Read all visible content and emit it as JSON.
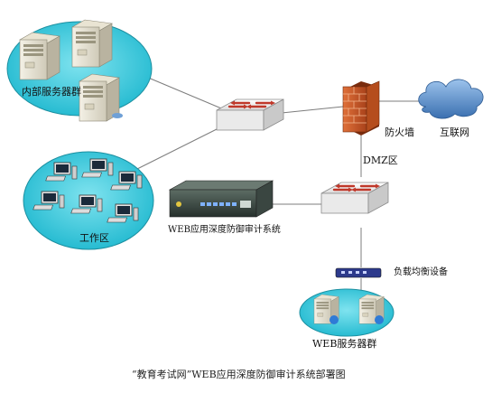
{
  "labels": {
    "internal_servers": "内部服务器群",
    "work_area": "工作区",
    "firewall": "防火墙",
    "internet": "互联网",
    "dmz": "DMZ区",
    "audit_system": "WEB应用深度防御审计系统",
    "load_balancer": "负载均衡设备",
    "web_servers": "WEB服务器群"
  },
  "caption": "“教育考试网”WEB应用深度防御审计系统部署图",
  "colors": {
    "zone_fill": "#2ec4d8",
    "zone_stroke": "#1c8fa0",
    "switch_fill": "#f2f2f2",
    "switch_arrow": "#c0392b",
    "firewall_brick": "#c8541e",
    "cloud": "#4a86c8",
    "link": "#7d7d7d",
    "appliance": "#2f3f3a"
  }
}
